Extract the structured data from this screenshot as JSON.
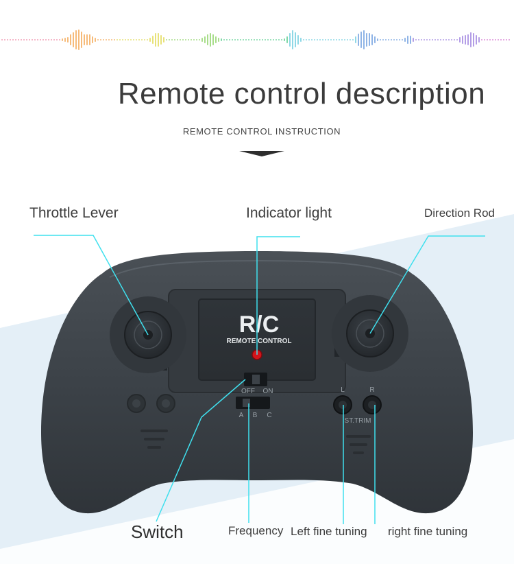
{
  "header": {
    "title": "Remote control description",
    "subtitle": "REMOTE CONTROL INSTRUCTION"
  },
  "device": {
    "face_text": "R/C",
    "face_subtext": "REMOTE CONTROL",
    "switch_off": "OFF",
    "switch_on": "ON",
    "freq_a": "A",
    "freq_b": "B",
    "freq_c": "C",
    "trim_left": "L",
    "trim_right": "R",
    "trim_label": "ST.TRIM"
  },
  "callouts": {
    "throttle": "Throttle Lever",
    "indicator": "Indicator light",
    "direction": "Direction Rod",
    "switch": "Switch",
    "frequency": "Frequency",
    "left_trim": "Left fine tuning",
    "right_trim": "right fine tuning"
  },
  "colors": {
    "callout_line": "#3fe0ee",
    "body": "#3d4349",
    "indicator_led": "#d2141b",
    "background_band": "#dfedf6"
  }
}
